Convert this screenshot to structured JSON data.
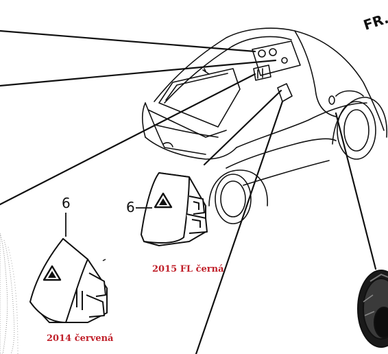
{
  "diagram": {
    "front_marker": "FR.",
    "callouts": {
      "switch_2015": "6",
      "switch_2014": "6"
    },
    "captions": {
      "switch_2015": "2015 FL černá",
      "switch_2014": "2014 červená"
    },
    "caption_color": "#c0202a",
    "line_color": "#111111"
  }
}
